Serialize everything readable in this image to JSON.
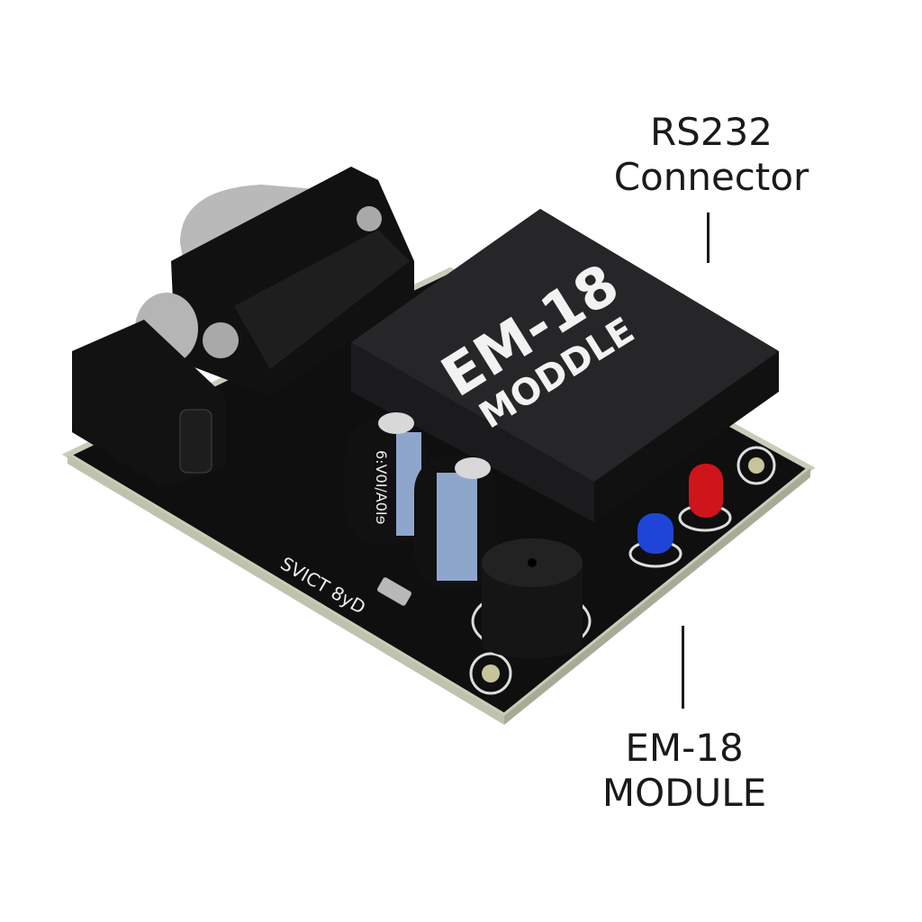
{
  "labels": {
    "rs232": [
      "RS232",
      "Connector"
    ],
    "em18": [
      "EM-18",
      "MODULE"
    ]
  },
  "module_print": [
    "EM-18",
    "MODDLE"
  ],
  "silkscreen": {
    "board_text": "SVICT 8уD",
    "capacitor_text": "6։V0I/A0Iɘ"
  },
  "colors": {
    "board": "#111111",
    "module": "#1c1c1e",
    "led_red": "#d0141c",
    "led_blue": "#1f45d8",
    "capacitor_sleeve": "#8fa6cc"
  }
}
